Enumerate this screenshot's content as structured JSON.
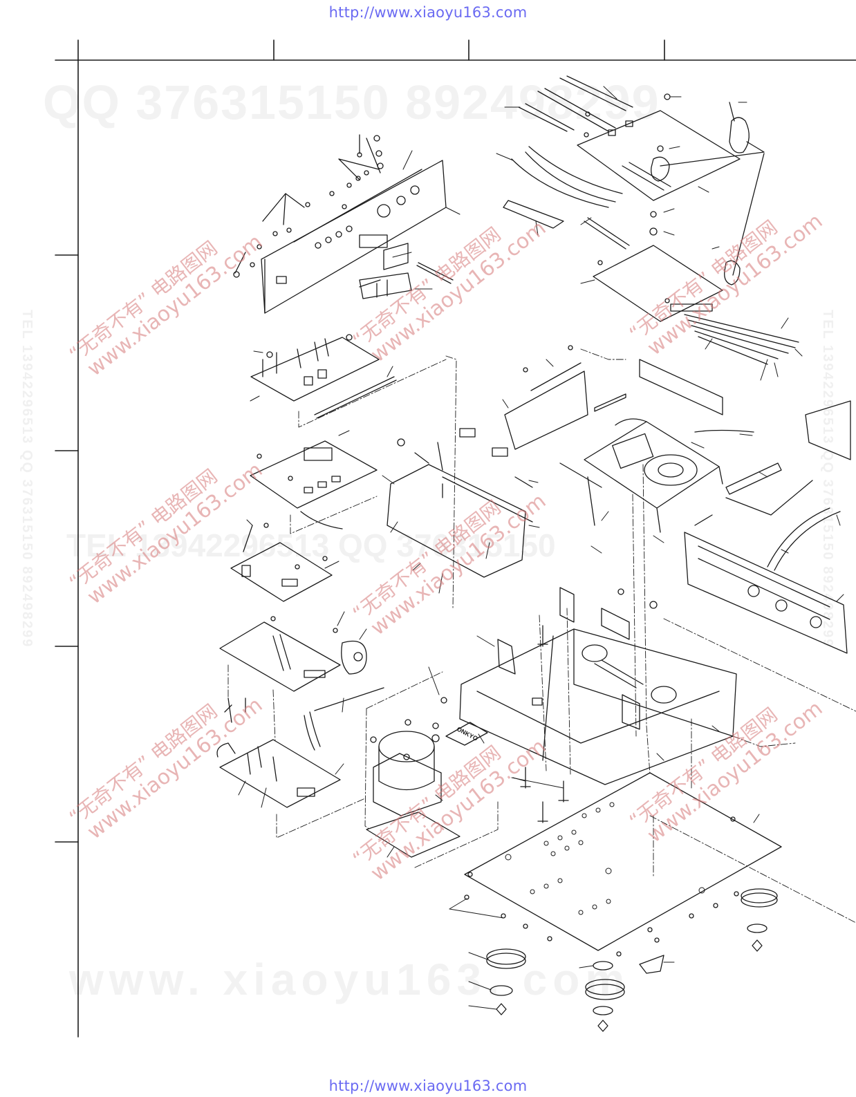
{
  "header": {
    "url_top": "http://www.xiaoyu163.com"
  },
  "footer": {
    "url_bottom": "http://www.xiaoyu163.com"
  },
  "watermarks": {
    "qq_banner": "QQ 376315150     892498299",
    "site_banner": "www. xiaoyu163. com",
    "side_left": "TEL 13942296513   QQ 376315150   892498299",
    "side_right": "TEL 13942296513   QQ 376315150   892498299",
    "mid_banner": "TEL 13942296513     QQ 376315150",
    "stamp_line1": "“无奇不有” 电路图网",
    "stamp_line2": "www.xiaoyu163.com"
  },
  "diagram": {
    "logo_plate_text": "ONKYO"
  }
}
